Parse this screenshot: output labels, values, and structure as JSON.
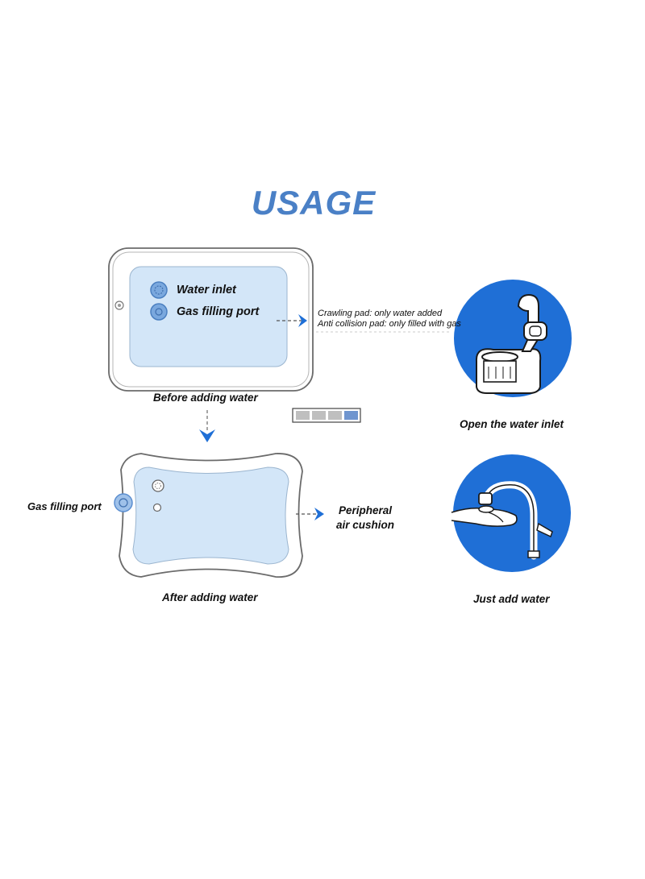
{
  "title": "USAGE",
  "before": {
    "water_inlet": "Water inlet",
    "gas_port": "Gas filling port",
    "caption": "Before adding water"
  },
  "notes": {
    "crawling": "Crawling pad: only water added",
    "anti": "Anti collision pad: only filled with gas"
  },
  "after": {
    "gas_port": "Gas filling port",
    "peripheral_line1": "Peripheral",
    "peripheral_line2": "air cushion",
    "caption": "After adding water"
  },
  "steps": {
    "open": "Open the water inlet",
    "add": "Just add water"
  },
  "colors": {
    "accent_blue": "#1f6fd6",
    "title_blue": "#4a80c6",
    "pad_fill": "#d3e6f8",
    "port_blue": "#7aa8de"
  },
  "slider": {
    "count": 4,
    "active_index": 3
  }
}
